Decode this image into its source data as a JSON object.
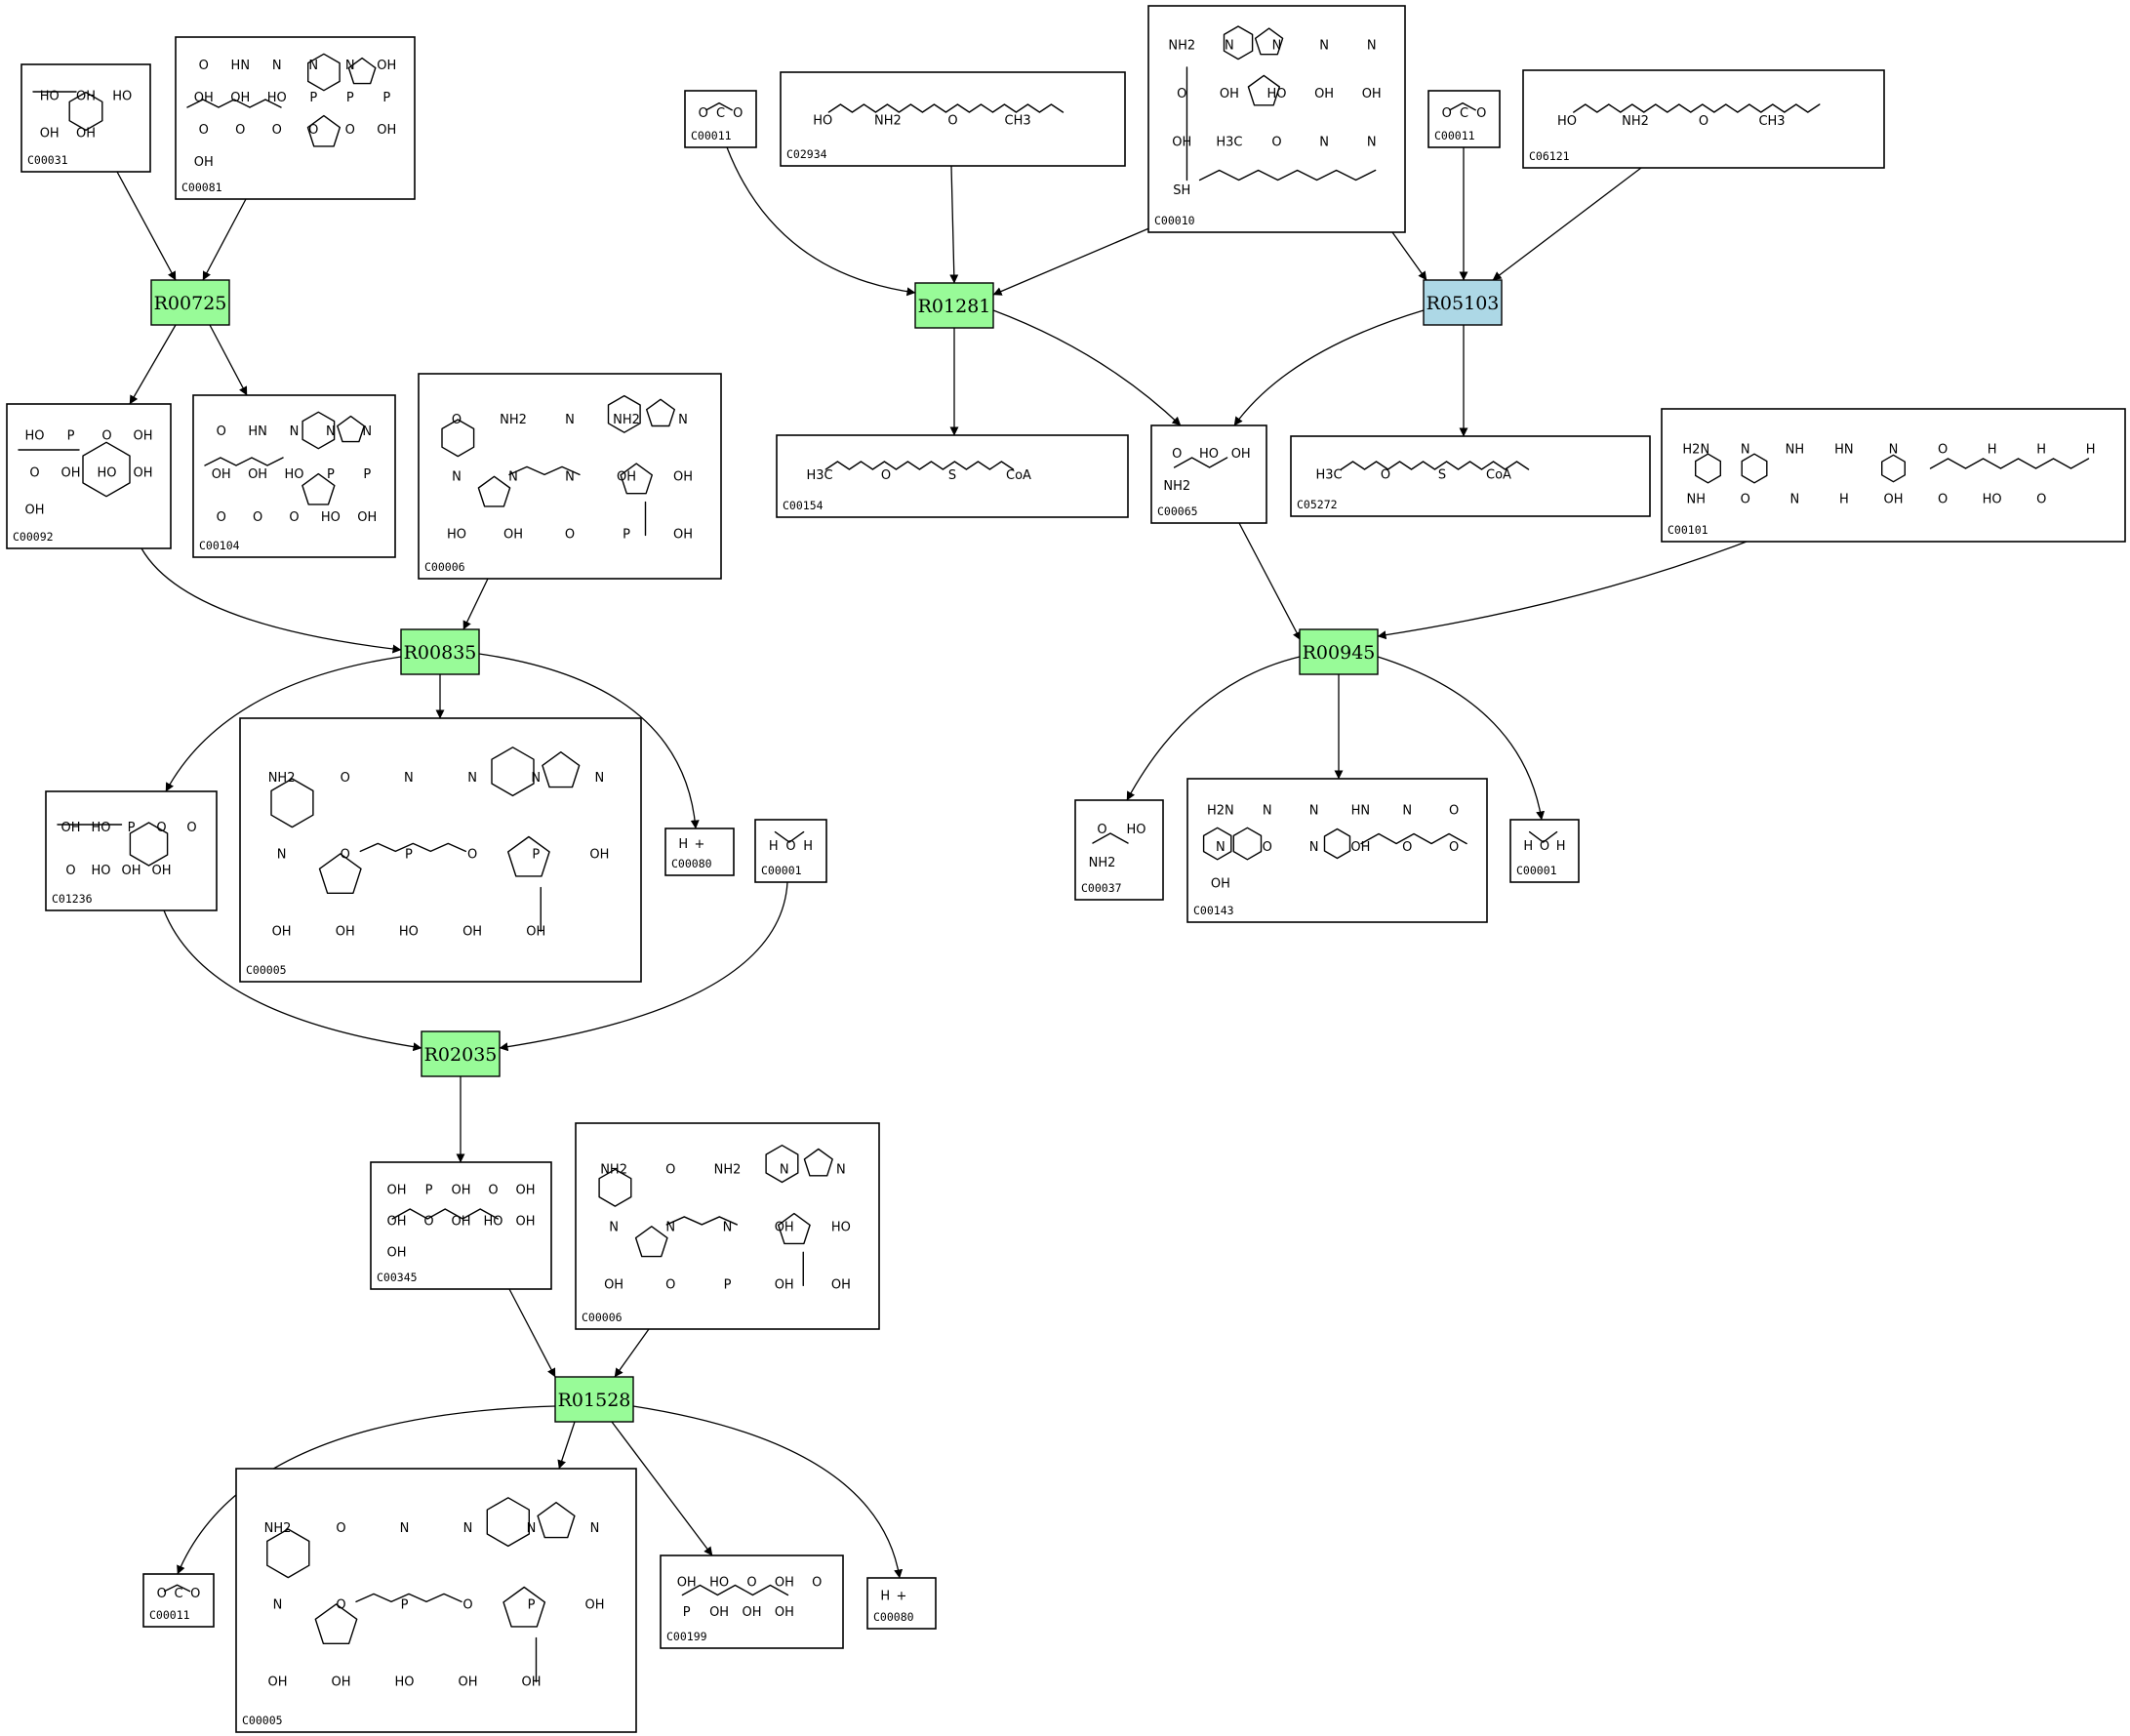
{
  "colors": {
    "reaction_green": "#98fb98",
    "reaction_blue": "#add8e6"
  },
  "reactions": [
    {
      "id": "R00725",
      "color": "green"
    },
    {
      "id": "R01281",
      "color": "green"
    },
    {
      "id": "R05103",
      "color": "blue"
    },
    {
      "id": "R00835",
      "color": "green"
    },
    {
      "id": "R00945",
      "color": "green"
    },
    {
      "id": "R02035",
      "color": "green"
    },
    {
      "id": "R01528",
      "color": "green"
    }
  ],
  "compounds": [
    {
      "id": "C00031",
      "structure": "hexose-ring",
      "atoms": [
        "HO",
        "OH",
        "HO",
        "OH",
        "OH"
      ]
    },
    {
      "id": "C00081",
      "structure": "nucleoside-triphosphate",
      "atoms": [
        "O",
        "HN",
        "N",
        "N",
        "N",
        "OH",
        "OH",
        "OH",
        "HO",
        "P",
        "P",
        "P",
        "O",
        "O",
        "O",
        "O",
        "O",
        "OH",
        "OH"
      ]
    },
    {
      "id": "C00011",
      "structure": "carbon-dioxide",
      "atoms": [
        "O",
        "C",
        "O"
      ]
    },
    {
      "id": "C02934",
      "structure": "long-chain",
      "atoms": [
        "HO",
        "NH2",
        "O",
        "CH3"
      ]
    },
    {
      "id": "C00010",
      "structure": "coenzyme",
      "atoms": [
        "NH2",
        "N",
        "N",
        "N",
        "N",
        "O",
        "OH",
        "HO",
        "OH",
        "OH",
        "OH",
        "H3C",
        "O",
        "N",
        "N",
        "SH"
      ]
    },
    {
      "id": "C00011",
      "structure": "carbon-dioxide",
      "atoms": [
        "O",
        "C",
        "O"
      ]
    },
    {
      "id": "C06121",
      "structure": "long-chain",
      "atoms": [
        "HO",
        "NH2",
        "O",
        "CH3"
      ]
    },
    {
      "id": "C00092",
      "structure": "hexose-phosphate",
      "atoms": [
        "HO",
        "P",
        "O",
        "OH",
        "O",
        "OH",
        "HO",
        "OH",
        "OH"
      ]
    },
    {
      "id": "C00104",
      "structure": "nucleoside-diphosphate",
      "atoms": [
        "O",
        "HN",
        "N",
        "N",
        "N",
        "OH",
        "OH",
        "HO",
        "P",
        "P",
        "O",
        "O",
        "O",
        "HO",
        "OH"
      ]
    },
    {
      "id": "C00006",
      "structure": "dinucleotide",
      "atoms": [
        "O",
        "NH2",
        "N",
        "NH2",
        "N",
        "N",
        "N",
        "N",
        "OH",
        "OH",
        "HO",
        "OH",
        "O",
        "P",
        "OH"
      ]
    },
    {
      "id": "C00154",
      "structure": "acyl-coa",
      "atoms": [
        "H3C",
        "O",
        "S",
        "CoA"
      ]
    },
    {
      "id": "C00065",
      "structure": "amino-acid",
      "atoms": [
        "O",
        "HO",
        "OH",
        "NH2"
      ]
    },
    {
      "id": "C05272",
      "structure": "acyl-coa",
      "atoms": [
        "H3C",
        "O",
        "S",
        "CoA"
      ]
    },
    {
      "id": "C00101",
      "structure": "pteridine",
      "atoms": [
        "H2N",
        "N",
        "NH",
        "HN",
        "N",
        "O",
        "H",
        "H",
        "H",
        "NH",
        "O",
        "N",
        "H",
        "OH",
        "O",
        "HO",
        "O"
      ]
    },
    {
      "id": "C01236",
      "structure": "lactone-phosphate",
      "atoms": [
        "OH",
        "HO",
        "P",
        "O",
        "O",
        "O",
        "HO",
        "OH",
        "OH"
      ]
    },
    {
      "id": "C00005",
      "structure": "dinucleotide",
      "atoms": [
        "NH2",
        "O",
        "N",
        "N",
        "N",
        "N",
        "N",
        "O",
        "P",
        "O",
        "P",
        "OH",
        "OH",
        "OH",
        "HO",
        "OH",
        "OH"
      ]
    },
    {
      "id": "C00080",
      "structure": "proton",
      "atoms": [
        "H",
        "+"
      ]
    },
    {
      "id": "C00001",
      "structure": "water",
      "atoms": [
        "H",
        "O",
        "H"
      ]
    },
    {
      "id": "C00037",
      "structure": "amino-acid",
      "atoms": [
        "O",
        "HO",
        "NH2"
      ]
    },
    {
      "id": "C00143",
      "structure": "pteridine",
      "atoms": [
        "H2N",
        "N",
        "N",
        "HN",
        "N",
        "O",
        "N",
        "O",
        "N",
        "OH",
        "O",
        "O",
        "OH"
      ]
    },
    {
      "id": "C00001",
      "structure": "water",
      "atoms": [
        "H",
        "O",
        "H"
      ]
    },
    {
      "id": "C00345",
      "structure": "sugar-acid-phosphate",
      "atoms": [
        "OH",
        "P",
        "OH",
        "O",
        "OH",
        "OH",
        "O",
        "OH",
        "HO",
        "OH",
        "OH"
      ]
    },
    {
      "id": "C00006",
      "structure": "dinucleotide",
      "atoms": [
        "NH2",
        "O",
        "NH2",
        "N",
        "N",
        "N",
        "N",
        "N",
        "OH",
        "HO",
        "OH",
        "O",
        "P",
        "OH",
        "OH"
      ]
    },
    {
      "id": "C00011",
      "structure": "carbon-dioxide",
      "atoms": [
        "O",
        "C",
        "O"
      ]
    },
    {
      "id": "C00005",
      "structure": "dinucleotide",
      "atoms": [
        "NH2",
        "O",
        "N",
        "N",
        "N",
        "N",
        "N",
        "O",
        "P",
        "O",
        "P",
        "OH",
        "OH",
        "OH",
        "HO",
        "OH",
        "OH"
      ]
    },
    {
      "id": "C00199",
      "structure": "pentulose-phosphate",
      "atoms": [
        "OH",
        "HO",
        "O",
        "OH",
        "O",
        "P",
        "OH",
        "OH",
        "OH"
      ]
    },
    {
      "id": "C00080",
      "structure": "proton",
      "atoms": [
        "H",
        "+"
      ]
    }
  ],
  "edges": [
    {
      "from": "C00031",
      "to": "R00725"
    },
    {
      "from": "C00081",
      "to": "R00725"
    },
    {
      "from": "R00725",
      "to": "C00092"
    },
    {
      "from": "R00725",
      "to": "C00104"
    },
    {
      "from": "C00011",
      "to": "R01281"
    },
    {
      "from": "C02934",
      "to": "R01281"
    },
    {
      "from": "C00010",
      "to": "R01281"
    },
    {
      "from": "R01281",
      "to": "C00154"
    },
    {
      "from": "R01281",
      "to": "C00065"
    },
    {
      "from": "C00010",
      "to": "R05103"
    },
    {
      "from": "C00011",
      "to": "R05103"
    },
    {
      "from": "C06121",
      "to": "R05103"
    },
    {
      "from": "R05103",
      "to": "C00065"
    },
    {
      "from": "R05103",
      "to": "C05272"
    },
    {
      "from": "C00092",
      "to": "R00835"
    },
    {
      "from": "C00006",
      "to": "R00835"
    },
    {
      "from": "R00835",
      "to": "C01236"
    },
    {
      "from": "R00835",
      "to": "C00005"
    },
    {
      "from": "R00835",
      "to": "C00080"
    },
    {
      "from": "C00065",
      "to": "R00945"
    },
    {
      "from": "C00101",
      "to": "R00945"
    },
    {
      "from": "R00945",
      "to": "C00037"
    },
    {
      "from": "R00945",
      "to": "C00143"
    },
    {
      "from": "R00945",
      "to": "C00001"
    },
    {
      "from": "C01236",
      "to": "R02035"
    },
    {
      "from": "C00001",
      "to": "R02035"
    },
    {
      "from": "R02035",
      "to": "C00345"
    },
    {
      "from": "C00345",
      "to": "R01528"
    },
    {
      "from": "C00006",
      "to": "R01528"
    },
    {
      "from": "R01528",
      "to": "C00011"
    },
    {
      "from": "R01528",
      "to": "C00005"
    },
    {
      "from": "R01528",
      "to": "C00199"
    },
    {
      "from": "R01528",
      "to": "C00080"
    }
  ]
}
